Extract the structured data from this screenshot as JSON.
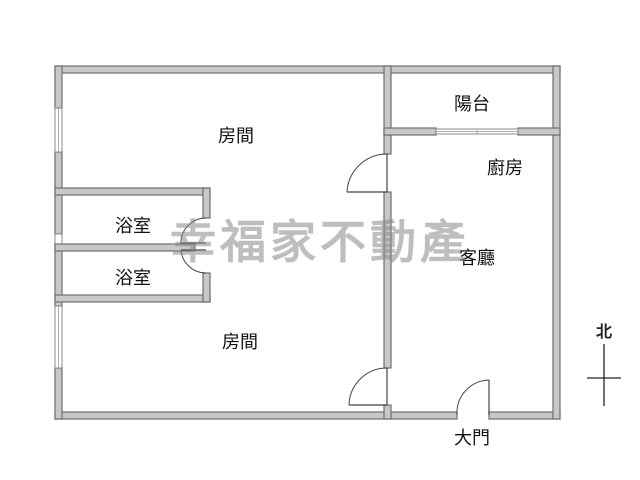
{
  "rooms": {
    "bedroom_top": "房間",
    "bathroom_1": "浴室",
    "bathroom_2": "浴室",
    "bedroom_bottom": "房間",
    "balcony": "陽台",
    "kitchen": "廚房",
    "living_room": "客廳",
    "main_door": "大門"
  },
  "watermark": "幸福家不動產",
  "compass": {
    "north": "北"
  },
  "colors": {
    "wall_fill": "#c8c8c8",
    "wall_stroke": "#6e6e6e",
    "label": "#111111"
  }
}
